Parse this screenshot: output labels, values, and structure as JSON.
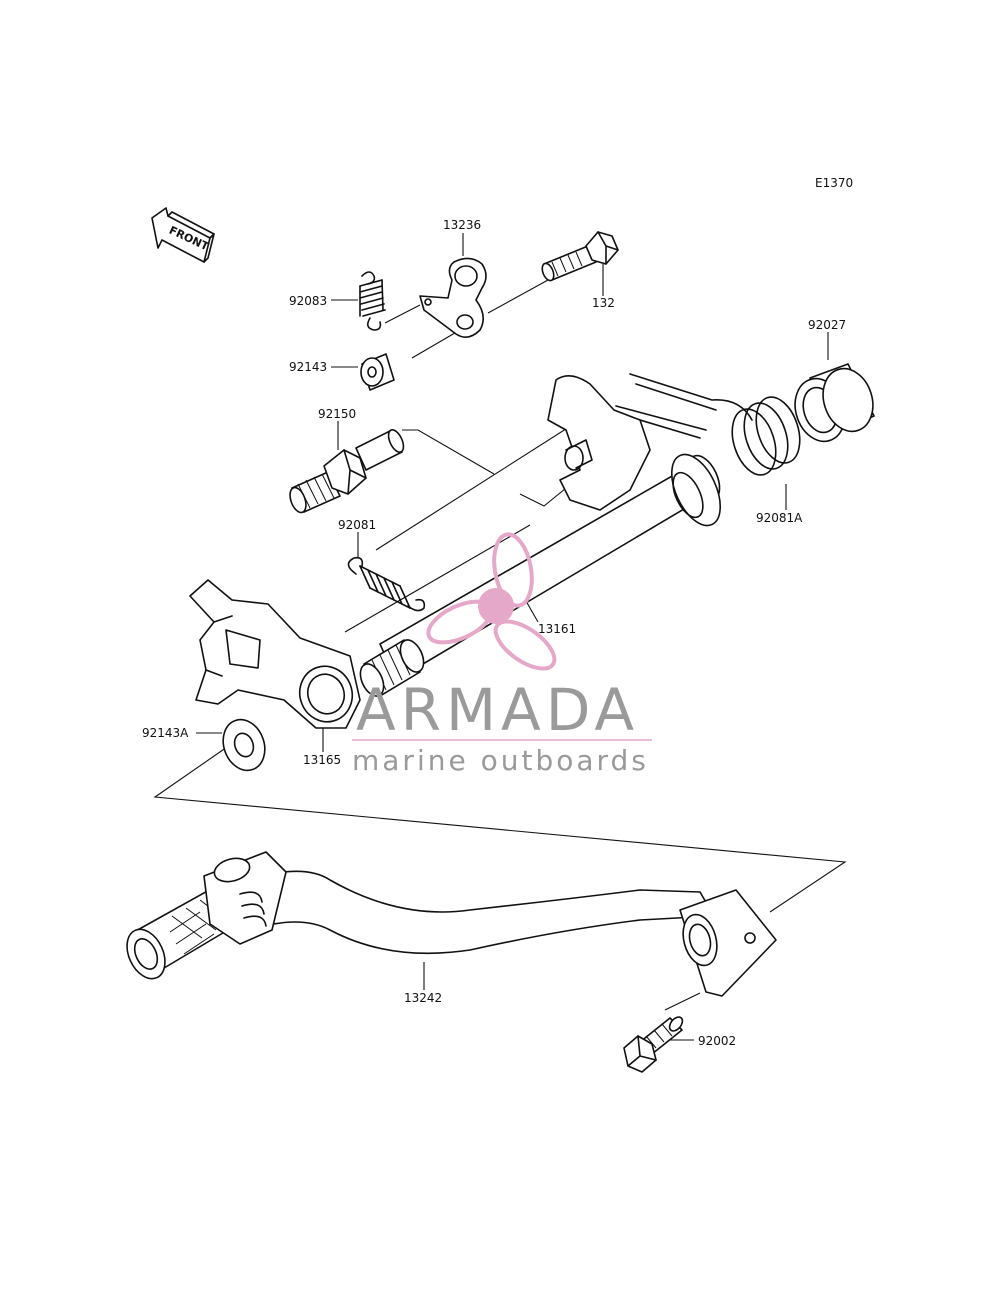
{
  "diagram": {
    "code": "E1370",
    "front_label": "FRONT",
    "parts": [
      {
        "id": "13236",
        "label": "13236"
      },
      {
        "id": "92083",
        "label": "92083"
      },
      {
        "id": "132",
        "label": "132"
      },
      {
        "id": "92143",
        "label": "92143"
      },
      {
        "id": "92027",
        "label": "92027"
      },
      {
        "id": "92150",
        "label": "92150"
      },
      {
        "id": "92081A",
        "label": "92081A"
      },
      {
        "id": "92081",
        "label": "92081"
      },
      {
        "id": "13161",
        "label": "13161"
      },
      {
        "id": "92143A",
        "label": "92143A"
      },
      {
        "id": "13165",
        "label": "13165"
      },
      {
        "id": "13242",
        "label": "13242"
      },
      {
        "id": "92002",
        "label": "92002"
      }
    ]
  },
  "watermark": {
    "brand": "ARMADA",
    "tagline": "marine outboards",
    "logo_color": "#e6a8c8",
    "line_color": "#e6a8c8",
    "text_color": "#9a9a9a"
  }
}
